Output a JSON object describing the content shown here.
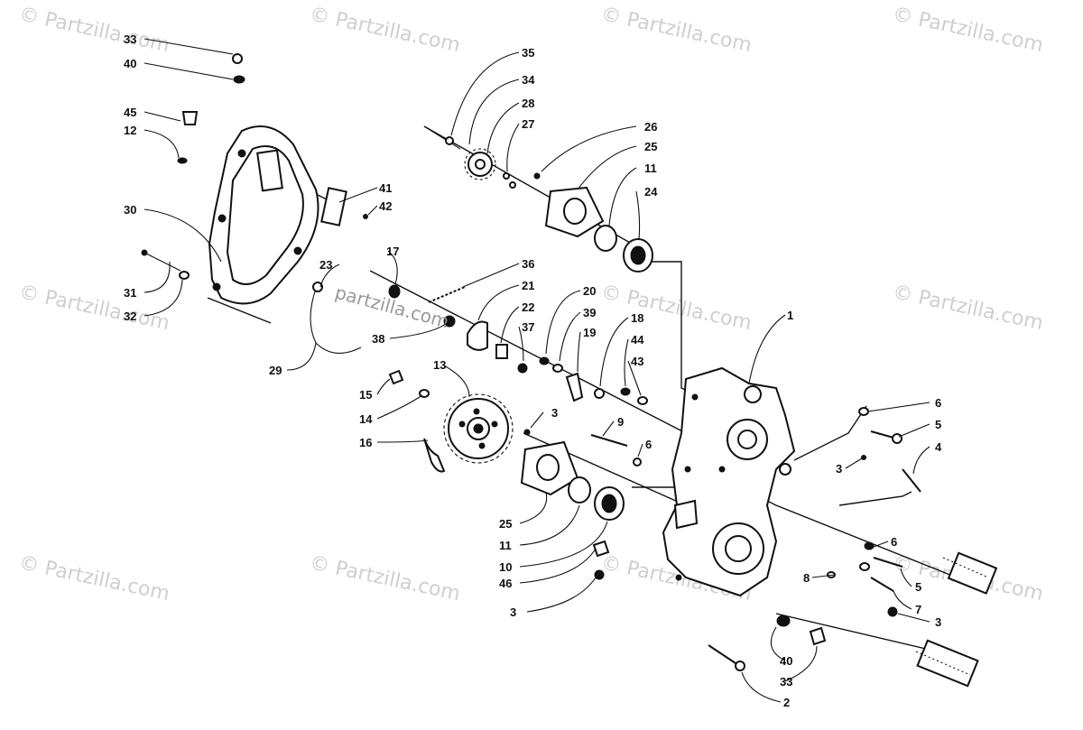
{
  "watermark": "© Partzilla.com",
  "center_mark": "partzilla.com",
  "callouts": [
    "33",
    "40",
    "45",
    "12",
    "30",
    "31",
    "32",
    "41",
    "42",
    "23",
    "29",
    "17",
    "36",
    "21",
    "38",
    "22",
    "37",
    "20",
    "39",
    "19",
    "18",
    "44",
    "43",
    "35",
    "34",
    "28",
    "27",
    "26",
    "25",
    "11",
    "24",
    "1",
    "13",
    "15",
    "14",
    "16",
    "3",
    "9",
    "6",
    "25",
    "11",
    "10",
    "46",
    "3",
    "6",
    "5",
    "3",
    "4",
    "6",
    "5",
    "8",
    "7",
    "3",
    "40",
    "33",
    "2"
  ],
  "colors": {
    "ink": "#111111",
    "watermark": "#cfcfcf",
    "paper": "#ffffff"
  }
}
